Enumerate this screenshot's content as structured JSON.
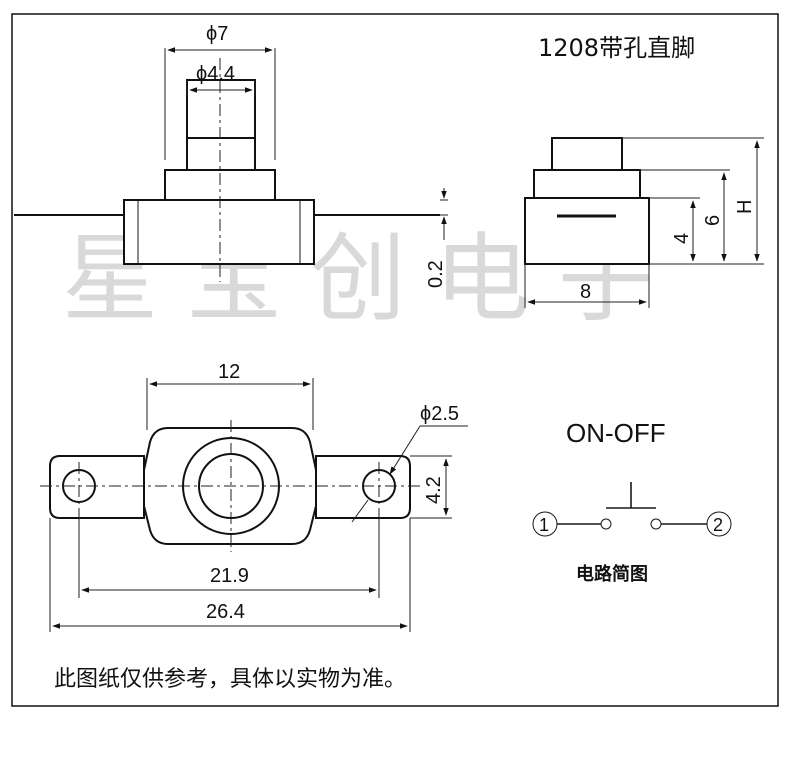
{
  "title": "1208带孔直脚",
  "watermark": "星宝创电子",
  "top_view": {
    "phi_outer": "ϕ7",
    "phi_inner": "ϕ4.4",
    "lead_offset": "0.2"
  },
  "side_view": {
    "width": "8",
    "dim_4": "4",
    "dim_6": "6",
    "dim_h": "H"
  },
  "bottom_view": {
    "hole_spacing": "12",
    "hole_dia": "ϕ2.5",
    "height": "4.2",
    "span_inner": "21.9",
    "span_outer": "26.4"
  },
  "schematic": {
    "mode": "ON-OFF",
    "terminal_1": "1",
    "terminal_2": "2",
    "caption": "电路简图"
  },
  "note": "此图纸仅供参考，具体以实物为准。"
}
